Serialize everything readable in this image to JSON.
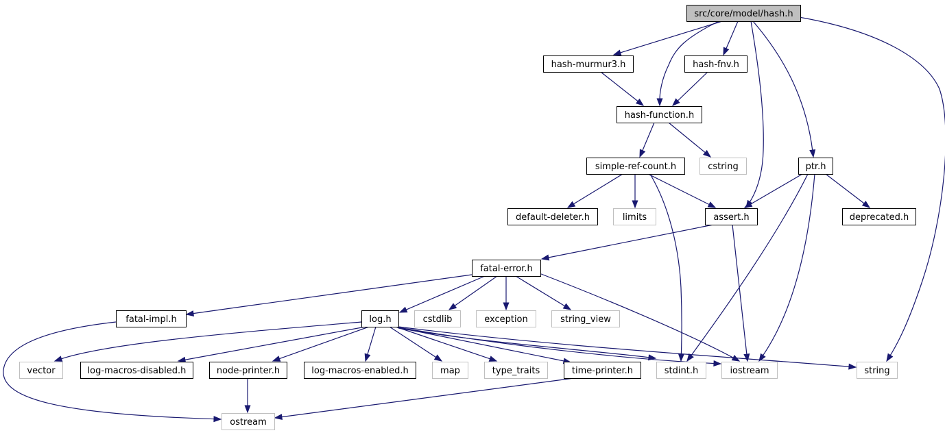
{
  "graph": {
    "colors": {
      "edge": "#191970",
      "project_border": "#000000",
      "system_border": "#bfbfbf",
      "root_fill": "#bfbfbf"
    },
    "nodes": [
      {
        "id": "hash_h",
        "label": "src/core/model/hash.h",
        "kind": "root"
      },
      {
        "id": "hash_murmur3",
        "label": "hash-murmur3.h",
        "kind": "project"
      },
      {
        "id": "hash_fnv",
        "label": "hash-fnv.h",
        "kind": "project"
      },
      {
        "id": "hash_function",
        "label": "hash-function.h",
        "kind": "project"
      },
      {
        "id": "simple_ref_count",
        "label": "simple-ref-count.h",
        "kind": "project"
      },
      {
        "id": "cstring",
        "label": "cstring",
        "kind": "system"
      },
      {
        "id": "ptr_h",
        "label": "ptr.h",
        "kind": "project"
      },
      {
        "id": "default_deleter",
        "label": "default-deleter.h",
        "kind": "project"
      },
      {
        "id": "limits",
        "label": "limits",
        "kind": "system"
      },
      {
        "id": "assert_h",
        "label": "assert.h",
        "kind": "project"
      },
      {
        "id": "deprecated_h",
        "label": "deprecated.h",
        "kind": "project"
      },
      {
        "id": "fatal_error",
        "label": "fatal-error.h",
        "kind": "project"
      },
      {
        "id": "fatal_impl",
        "label": "fatal-impl.h",
        "kind": "project"
      },
      {
        "id": "log_h",
        "label": "log.h",
        "kind": "project"
      },
      {
        "id": "cstdlib",
        "label": "cstdlib",
        "kind": "system"
      },
      {
        "id": "exception",
        "label": "exception",
        "kind": "system"
      },
      {
        "id": "string_view",
        "label": "string_view",
        "kind": "system"
      },
      {
        "id": "vector",
        "label": "vector",
        "kind": "system"
      },
      {
        "id": "log_macros_disabled",
        "label": "log-macros-disabled.h",
        "kind": "project"
      },
      {
        "id": "node_printer",
        "label": "node-printer.h",
        "kind": "project"
      },
      {
        "id": "log_macros_enabled",
        "label": "log-macros-enabled.h",
        "kind": "project"
      },
      {
        "id": "map",
        "label": "map",
        "kind": "system"
      },
      {
        "id": "type_traits",
        "label": "type_traits",
        "kind": "system"
      },
      {
        "id": "time_printer",
        "label": "time-printer.h",
        "kind": "project"
      },
      {
        "id": "stdint_h",
        "label": "stdint.h",
        "kind": "system"
      },
      {
        "id": "iostream",
        "label": "iostream",
        "kind": "system"
      },
      {
        "id": "string",
        "label": "string",
        "kind": "system"
      },
      {
        "id": "ostream",
        "label": "ostream",
        "kind": "system"
      }
    ],
    "edges": [
      {
        "from": "hash_h",
        "to": "hash_murmur3"
      },
      {
        "from": "hash_h",
        "to": "hash_function"
      },
      {
        "from": "hash_h",
        "to": "hash_fnv"
      },
      {
        "from": "hash_h",
        "to": "assert_h"
      },
      {
        "from": "hash_h",
        "to": "ptr_h"
      },
      {
        "from": "hash_h",
        "to": "string"
      },
      {
        "from": "hash_murmur3",
        "to": "hash_function"
      },
      {
        "from": "hash_fnv",
        "to": "hash_function"
      },
      {
        "from": "hash_function",
        "to": "simple_ref_count"
      },
      {
        "from": "hash_function",
        "to": "cstring"
      },
      {
        "from": "simple_ref_count",
        "to": "default_deleter"
      },
      {
        "from": "simple_ref_count",
        "to": "limits"
      },
      {
        "from": "simple_ref_count",
        "to": "assert_h"
      },
      {
        "from": "simple_ref_count",
        "to": "stdint_h"
      },
      {
        "from": "ptr_h",
        "to": "assert_h"
      },
      {
        "from": "ptr_h",
        "to": "deprecated_h"
      },
      {
        "from": "ptr_h",
        "to": "stdint_h"
      },
      {
        "from": "ptr_h",
        "to": "iostream"
      },
      {
        "from": "assert_h",
        "to": "fatal_error"
      },
      {
        "from": "assert_h",
        "to": "iostream"
      },
      {
        "from": "fatal_error",
        "to": "fatal_impl"
      },
      {
        "from": "fatal_error",
        "to": "log_h"
      },
      {
        "from": "fatal_error",
        "to": "cstdlib"
      },
      {
        "from": "fatal_error",
        "to": "exception"
      },
      {
        "from": "fatal_error",
        "to": "string_view"
      },
      {
        "from": "fatal_error",
        "to": "iostream"
      },
      {
        "from": "fatal_impl",
        "to": "ostream"
      },
      {
        "from": "log_h",
        "to": "vector"
      },
      {
        "from": "log_h",
        "to": "log_macros_disabled"
      },
      {
        "from": "log_h",
        "to": "node_printer"
      },
      {
        "from": "log_h",
        "to": "log_macros_enabled"
      },
      {
        "from": "log_h",
        "to": "map"
      },
      {
        "from": "log_h",
        "to": "type_traits"
      },
      {
        "from": "log_h",
        "to": "time_printer"
      },
      {
        "from": "log_h",
        "to": "stdint_h"
      },
      {
        "from": "log_h",
        "to": "iostream"
      },
      {
        "from": "log_h",
        "to": "string"
      },
      {
        "from": "node_printer",
        "to": "ostream"
      },
      {
        "from": "time_printer",
        "to": "ostream"
      }
    ]
  }
}
